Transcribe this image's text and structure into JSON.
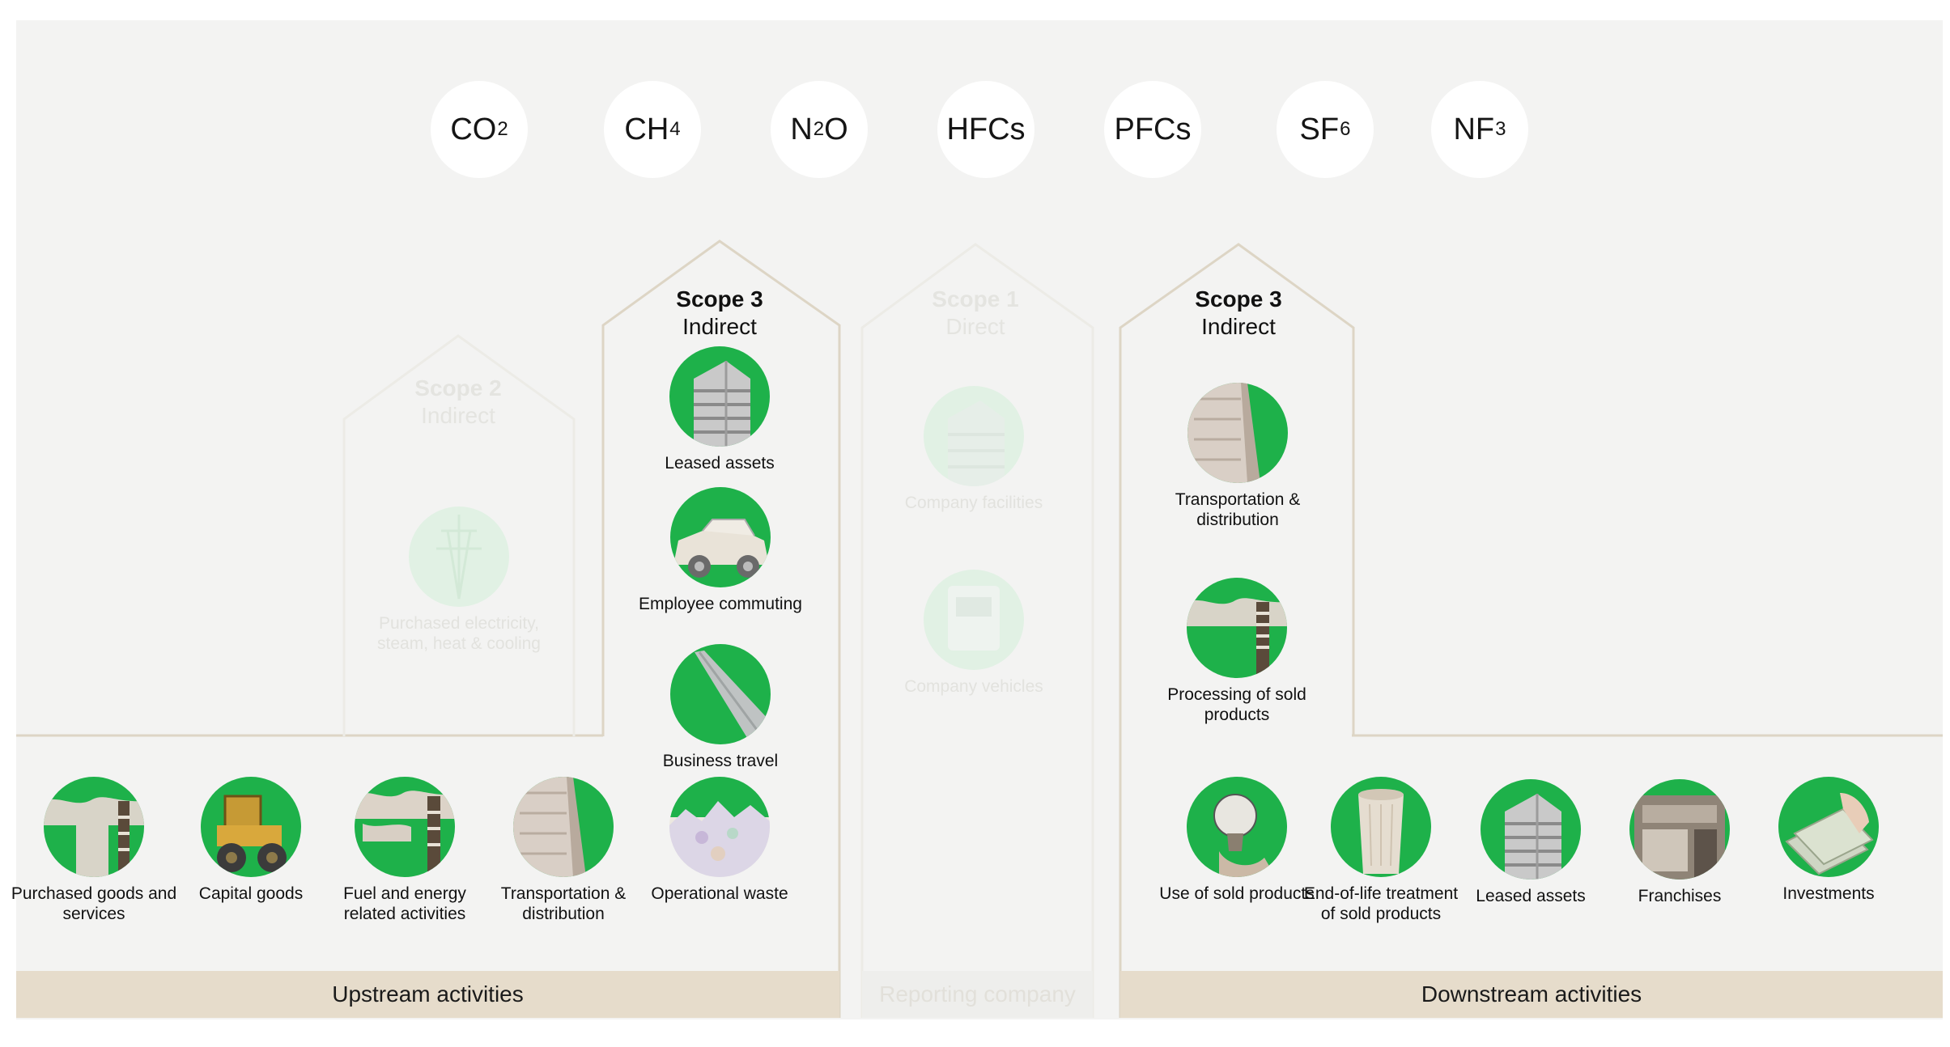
{
  "gases": [
    {
      "base": "CO",
      "sub": "2"
    },
    {
      "base": "CH",
      "sub": "4"
    },
    {
      "base": "N",
      "sub": "2",
      "suffix": "O"
    },
    {
      "base": "HFCs",
      "sub": ""
    },
    {
      "base": "PFCs",
      "sub": ""
    },
    {
      "base": "SF",
      "sub": "6"
    },
    {
      "base": "NF",
      "sub": "3"
    }
  ],
  "scope2": {
    "title": "Scope 2",
    "subtitle": "Indirect",
    "item": "Purchased electricity, steam, heat & cooling"
  },
  "scope3_upstream": {
    "title": "Scope 3",
    "subtitle": "Indirect",
    "items": [
      "Leased assets",
      "Employee commuting",
      "Business travel"
    ]
  },
  "scope1": {
    "title": "Scope 1",
    "subtitle": "Direct",
    "items": [
      "Company facilities",
      "Company vehicles"
    ]
  },
  "scope3_downstream": {
    "title": "Scope 3",
    "subtitle": "Indirect",
    "items": [
      "Transportation & distribution",
      "Processing of sold products"
    ]
  },
  "upstream_items": [
    "Purchased goods and services",
    "Capital goods",
    "Fuel and energy related activities",
    "Transportation & distribution",
    "Operational waste"
  ],
  "downstream_items": [
    "Use of sold products",
    "End-of-life treatment of sold products",
    "Leased assets",
    "Franchises",
    "Investments"
  ],
  "bands": {
    "upstream": "Upstream activities",
    "reporting": "Reporting company",
    "downstream": "Downstream activities"
  },
  "colors": {
    "green": "#1eb14a",
    "band": "#e6dccb",
    "panel": "#f3f3f2",
    "outline": "#ddd5c5"
  }
}
